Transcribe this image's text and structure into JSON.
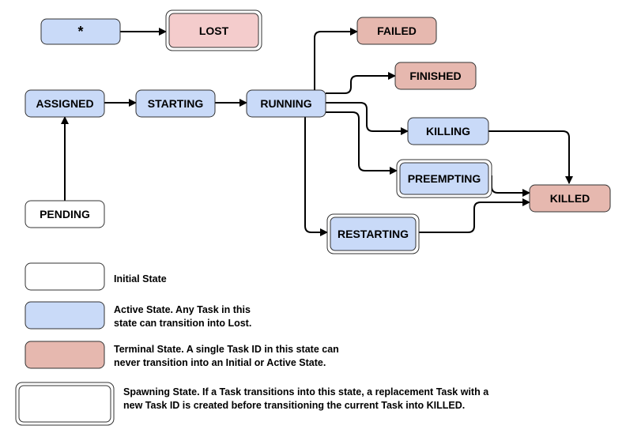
{
  "colors": {
    "initial_fill": "#ffffff",
    "active_fill": "#c9daf8",
    "terminal_fill": "#e6b8af",
    "lost_fill": "#f4cccc",
    "stroke": "#333333"
  },
  "states": {
    "any": "*",
    "lost": "LOST",
    "failed": "FAILED",
    "finished": "FINISHED",
    "assigned": "ASSIGNED",
    "starting": "STARTING",
    "running": "RUNNING",
    "killing": "KILLING",
    "preempting": "PREEMPTING",
    "killed": "KILLED",
    "pending": "PENDING",
    "restarting": "RESTARTING"
  },
  "legend": {
    "initial": [
      "Initial State"
    ],
    "active": [
      "Active State. Any Task in this",
      "state can transition into Lost."
    ],
    "terminal": [
      "Terminal State. A single Task ID in this state can",
      "never transition into an Initial or Active State."
    ],
    "spawning": [
      "Spawning State. If a Task transitions into this state, a replacement Task with a",
      "new Task ID is created before transitioning the current Task into KILLED."
    ]
  }
}
